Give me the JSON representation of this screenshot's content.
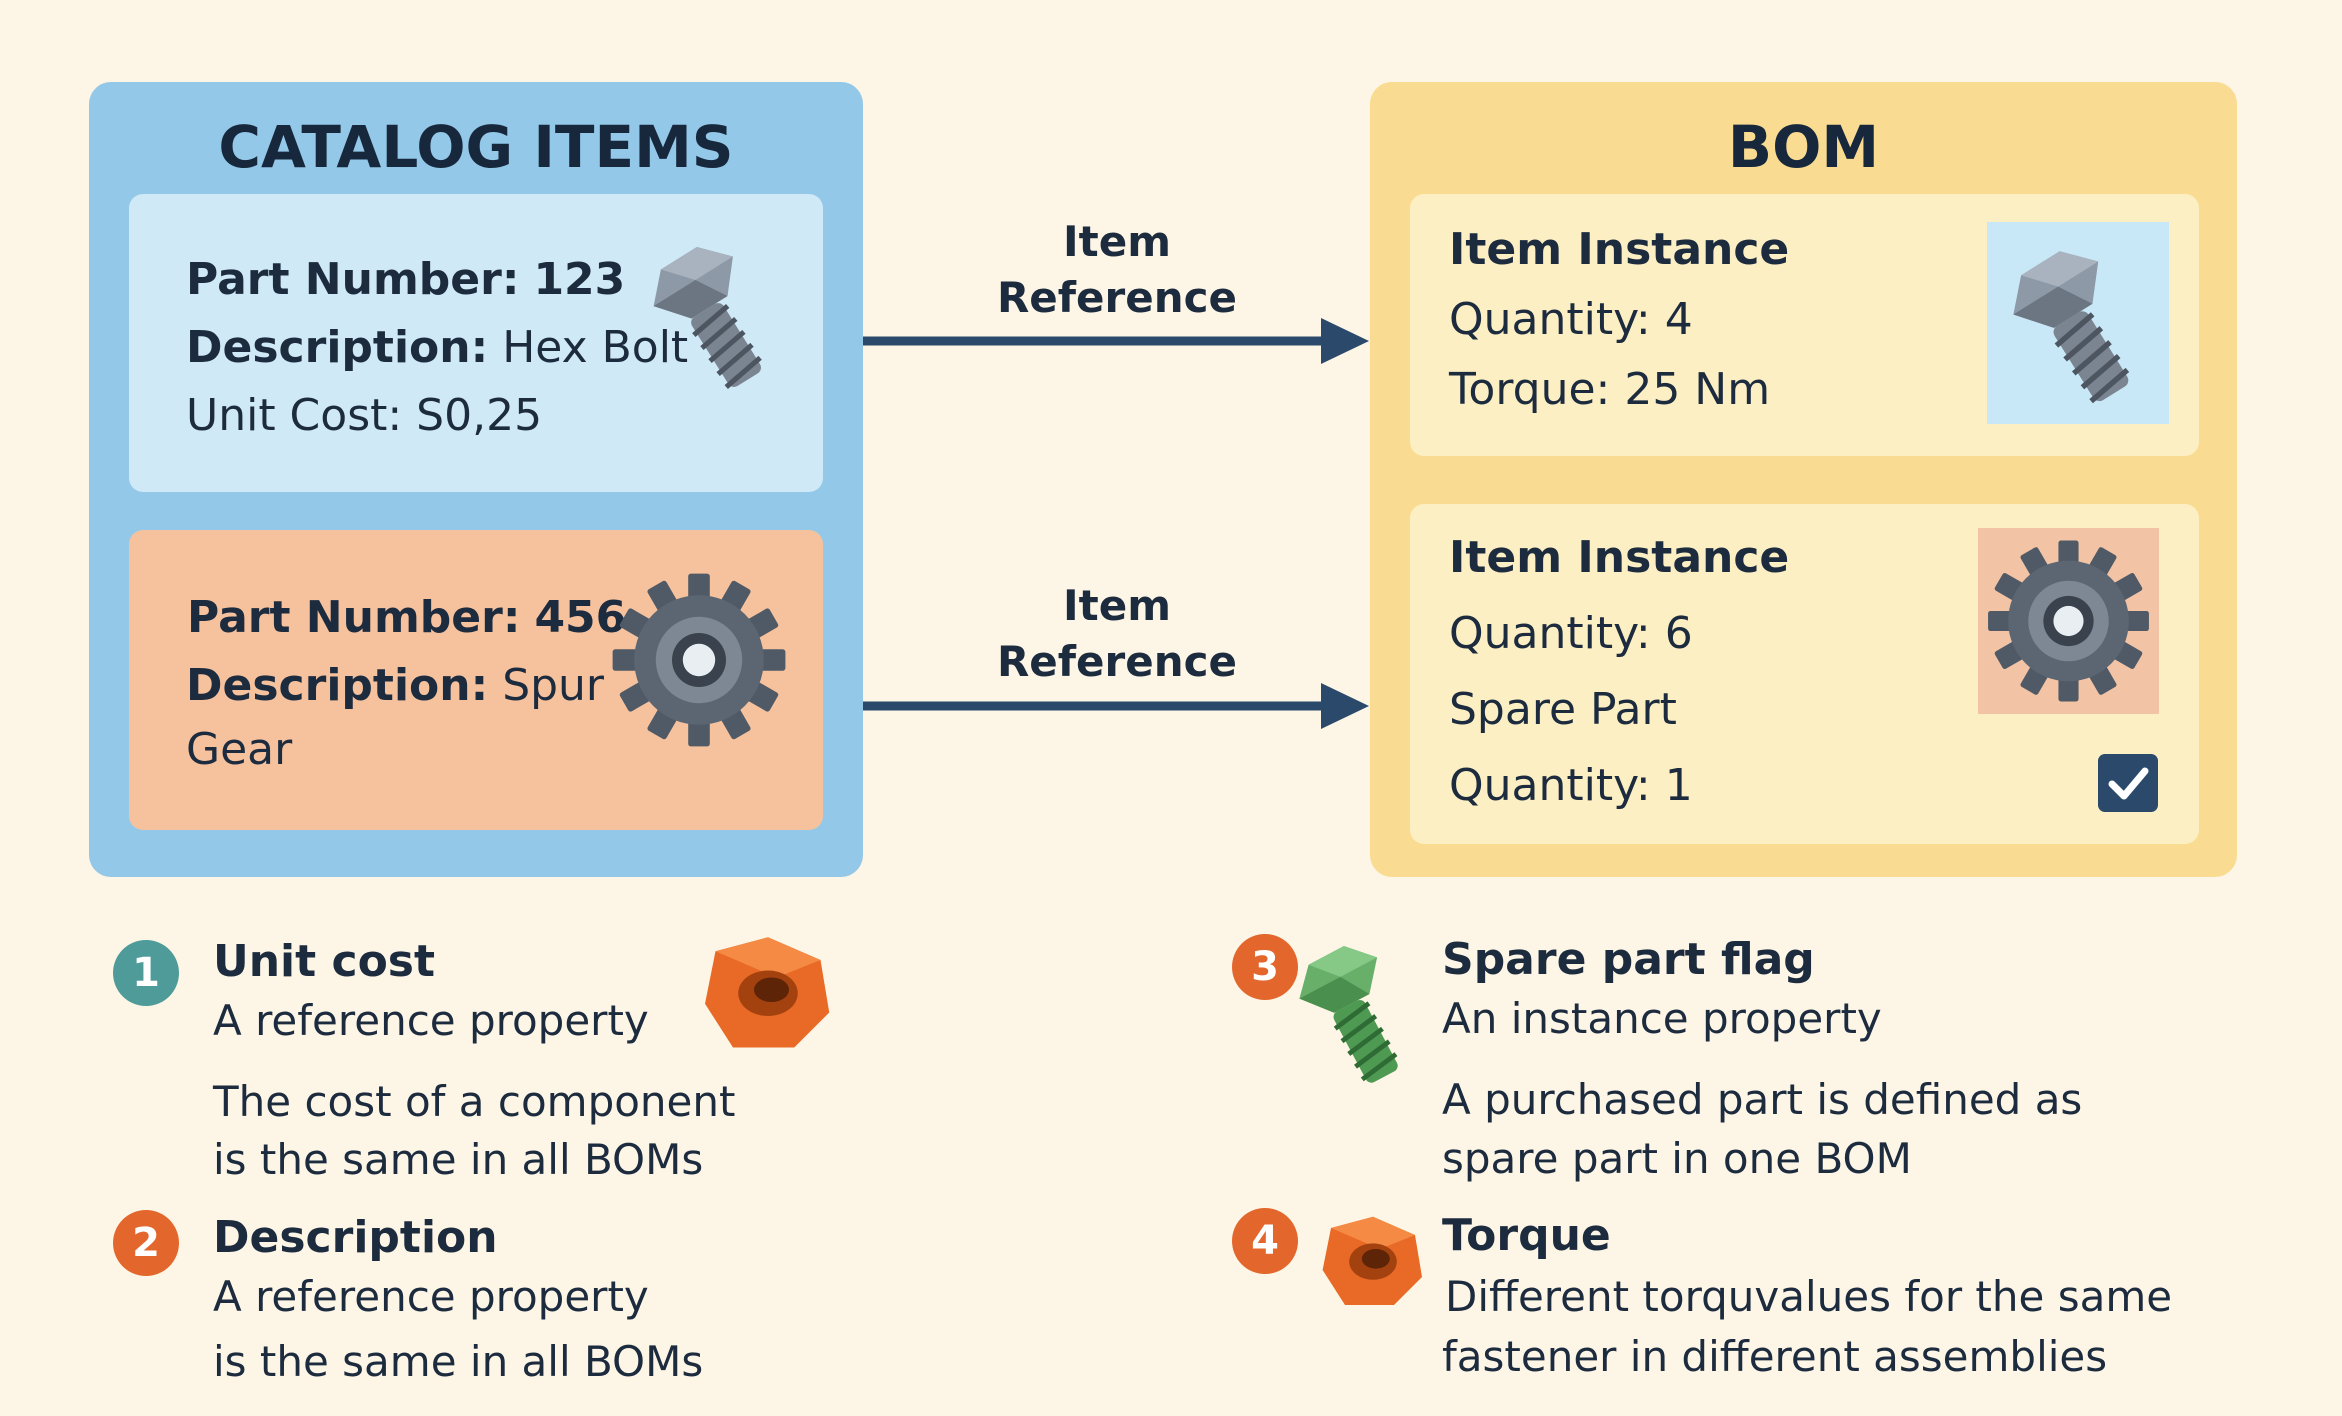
{
  "catalog": {
    "title": "CATALOG ITEMS",
    "items": [
      {
        "part_label": "Part Number:",
        "part_value": "123",
        "desc_label": "Description:",
        "desc_value": "Hex Bolt",
        "cost_text": "Unit Cost: S0,25",
        "icon": "hex-bolt-icon"
      },
      {
        "part_label": "Part Number:",
        "part_value": "456",
        "desc_label": "Description:",
        "desc_value_line1": "Spur",
        "desc_value_line2": "Gear",
        "icon": "spur-gear-icon"
      }
    ]
  },
  "bom": {
    "title": "BOM",
    "instances": [
      {
        "title": "Item Instance",
        "quantity": "Quantity: 4",
        "torque": "Torque: 25 Nm",
        "icon": "hex-bolt-icon"
      },
      {
        "title": "Item Instance",
        "quantity": "Quantity: 6",
        "spare_label": "Spare Part",
        "spare_quantity": "Quantity: 1",
        "spare_checked": true,
        "icon": "spur-gear-icon"
      }
    ]
  },
  "references": [
    {
      "line1": "Item",
      "line2": "Reference"
    },
    {
      "line1": "Item",
      "line2": "Reference"
    }
  ],
  "notes": [
    {
      "number": "1",
      "title": "Unit cost",
      "subtitle": "A reference property",
      "text_line1": "The cost of a component",
      "text_line2": "is the same in all BOMs",
      "badge_color": "#4e9b9a",
      "icon": "orange-nut-icon"
    },
    {
      "number": "2",
      "title": "Description",
      "subtitle": "A reference  property",
      "text_line1": "is the same in all BOMs",
      "badge_color": "#e3672c"
    },
    {
      "number": "3",
      "title": "Spare part flag",
      "subtitle": "An instance property",
      "text_line1": "A purchased part is defined as",
      "text_line2": "spare part in one BOM",
      "badge_color": "#e3672c",
      "icon": "green-bolt-icon"
    },
    {
      "number": "4",
      "title": "Torque",
      "text_line1": "Different torquvalues for the same",
      "text_line2": "fastener in different assemblies",
      "badge_color": "#e3672c",
      "icon": "orange-nut-icon"
    }
  ],
  "colors": {
    "background": "#fdf6e6",
    "catalog_panel": "#93c8e8",
    "bom_panel": "#f9dc91",
    "arrow": "#2b4a6b",
    "accent_orange": "#e3672c",
    "accent_teal": "#4e9b9a"
  }
}
